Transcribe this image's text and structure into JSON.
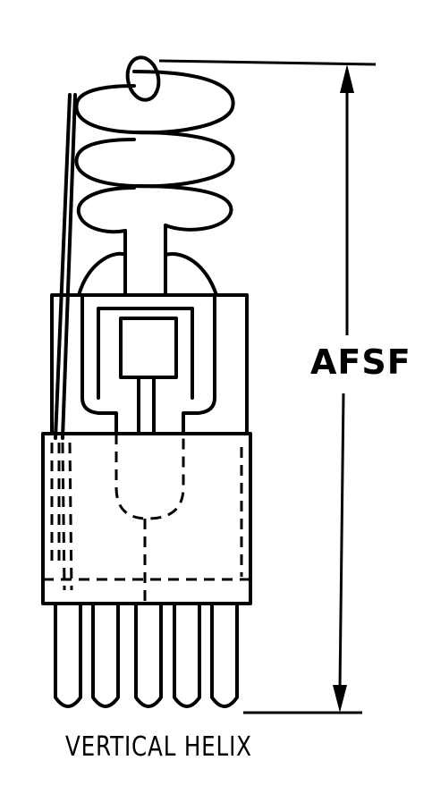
{
  "diagram": {
    "dimension_label": "AFSF",
    "caption": "VERTICAL HELIX",
    "pin_count": 5
  }
}
